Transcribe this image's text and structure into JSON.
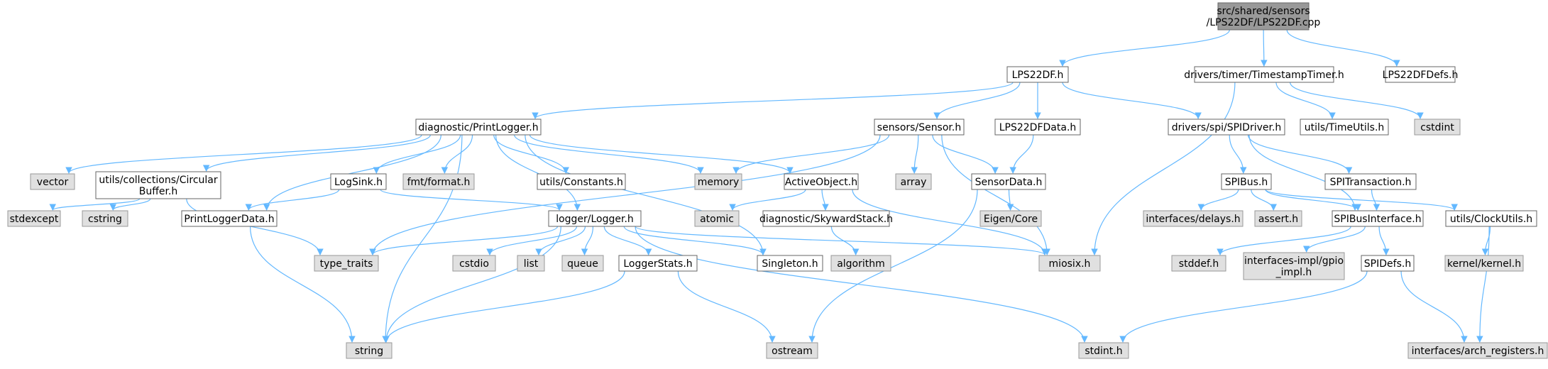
{
  "colors": {
    "edge": "#63b8ff",
    "root_fill": "#999999",
    "root_border": "#666666",
    "doc_fill": "#ffffff",
    "doc_border": "#666666",
    "ext_fill": "#e0e0e0",
    "ext_border": "#999999"
  },
  "nodes": [
    {
      "id": "root",
      "lines": [
        "src/shared/sensors",
        "/LPS22DF/LPS22DF.cpp"
      ],
      "kind": "root"
    },
    {
      "id": "lps22df_h",
      "lines": [
        "LPS22DF.h"
      ],
      "kind": "doc"
    },
    {
      "id": "timestamp_timer",
      "lines": [
        "drivers/timer/TimestampTimer.h"
      ],
      "kind": "doc"
    },
    {
      "id": "lps22dfdefs",
      "lines": [
        "LPS22DFDefs.h"
      ],
      "kind": "doc"
    },
    {
      "id": "printlogger",
      "lines": [
        "diagnostic/PrintLogger.h"
      ],
      "kind": "doc"
    },
    {
      "id": "sensor_h",
      "lines": [
        "sensors/Sensor.h"
      ],
      "kind": "doc"
    },
    {
      "id": "lps22dfdata",
      "lines": [
        "LPS22DFData.h"
      ],
      "kind": "doc"
    },
    {
      "id": "spidriver",
      "lines": [
        "drivers/spi/SPIDriver.h"
      ],
      "kind": "doc"
    },
    {
      "id": "timeutils",
      "lines": [
        "utils/TimeUtils.h"
      ],
      "kind": "doc"
    },
    {
      "id": "cstdint",
      "lines": [
        "cstdint"
      ],
      "kind": "ext"
    },
    {
      "id": "vector",
      "lines": [
        "vector"
      ],
      "kind": "ext"
    },
    {
      "id": "circbuf",
      "lines": [
        "utils/collections/Circular",
        "Buffer.h"
      ],
      "kind": "doc"
    },
    {
      "id": "logsink",
      "lines": [
        "LogSink.h"
      ],
      "kind": "doc"
    },
    {
      "id": "fmt",
      "lines": [
        "fmt/format.h"
      ],
      "kind": "ext"
    },
    {
      "id": "constants",
      "lines": [
        "utils/Constants.h"
      ],
      "kind": "doc"
    },
    {
      "id": "memory",
      "lines": [
        "memory"
      ],
      "kind": "ext"
    },
    {
      "id": "activeobject",
      "lines": [
        "ActiveObject.h"
      ],
      "kind": "doc"
    },
    {
      "id": "array",
      "lines": [
        "array"
      ],
      "kind": "ext"
    },
    {
      "id": "sensordata",
      "lines": [
        "SensorData.h"
      ],
      "kind": "doc"
    },
    {
      "id": "spibus",
      "lines": [
        "SPIBus.h"
      ],
      "kind": "doc"
    },
    {
      "id": "spitransaction",
      "lines": [
        "SPITransaction.h"
      ],
      "kind": "doc"
    },
    {
      "id": "stdexcept",
      "lines": [
        "stdexcept"
      ],
      "kind": "ext"
    },
    {
      "id": "cstring",
      "lines": [
        "cstring"
      ],
      "kind": "ext"
    },
    {
      "id": "printloggerdata",
      "lines": [
        "PrintLoggerData.h"
      ],
      "kind": "doc"
    },
    {
      "id": "logger",
      "lines": [
        "logger/Logger.h"
      ],
      "kind": "doc"
    },
    {
      "id": "atomic",
      "lines": [
        "atomic"
      ],
      "kind": "ext"
    },
    {
      "id": "skywardstack",
      "lines": [
        "diagnostic/SkywardStack.h"
      ],
      "kind": "doc"
    },
    {
      "id": "eigen",
      "lines": [
        "Eigen/Core"
      ],
      "kind": "ext"
    },
    {
      "id": "delays",
      "lines": [
        "interfaces/delays.h"
      ],
      "kind": "ext"
    },
    {
      "id": "assert",
      "lines": [
        "assert.h"
      ],
      "kind": "ext"
    },
    {
      "id": "spibusinterface",
      "lines": [
        "SPIBusInterface.h"
      ],
      "kind": "doc"
    },
    {
      "id": "clockutils",
      "lines": [
        "utils/ClockUtils.h"
      ],
      "kind": "doc"
    },
    {
      "id": "type_traits",
      "lines": [
        "type_traits"
      ],
      "kind": "ext"
    },
    {
      "id": "cstdio",
      "lines": [
        "cstdio"
      ],
      "kind": "ext"
    },
    {
      "id": "list",
      "lines": [
        "list"
      ],
      "kind": "ext"
    },
    {
      "id": "queue",
      "lines": [
        "queue"
      ],
      "kind": "ext"
    },
    {
      "id": "loggerstats",
      "lines": [
        "LoggerStats.h"
      ],
      "kind": "doc"
    },
    {
      "id": "singleton",
      "lines": [
        "Singleton.h"
      ],
      "kind": "doc"
    },
    {
      "id": "algorithm",
      "lines": [
        "algorithm"
      ],
      "kind": "ext"
    },
    {
      "id": "miosix",
      "lines": [
        "miosix.h"
      ],
      "kind": "ext"
    },
    {
      "id": "stddef",
      "lines": [
        "stddef.h"
      ],
      "kind": "ext"
    },
    {
      "id": "gpio_impl",
      "lines": [
        "interfaces-impl/gpio",
        "_impl.h"
      ],
      "kind": "ext"
    },
    {
      "id": "spidefs",
      "lines": [
        "SPIDefs.h"
      ],
      "kind": "doc"
    },
    {
      "id": "kernel",
      "lines": [
        "kernel/kernel.h"
      ],
      "kind": "ext"
    },
    {
      "id": "string",
      "lines": [
        "string"
      ],
      "kind": "ext"
    },
    {
      "id": "ostream",
      "lines": [
        "ostream"
      ],
      "kind": "ext"
    },
    {
      "id": "stdint",
      "lines": [
        "stdint.h"
      ],
      "kind": "ext"
    },
    {
      "id": "arch_registers",
      "lines": [
        "interfaces/arch_registers.h"
      ],
      "kind": "ext"
    }
  ],
  "edges": [
    [
      "root",
      "lps22df_h"
    ],
    [
      "root",
      "timestamp_timer"
    ],
    [
      "root",
      "lps22dfdefs"
    ],
    [
      "lps22df_h",
      "printlogger"
    ],
    [
      "lps22df_h",
      "sensor_h"
    ],
    [
      "lps22df_h",
      "lps22dfdata"
    ],
    [
      "lps22df_h",
      "spidriver"
    ],
    [
      "timestamp_timer",
      "miosix"
    ],
    [
      "timestamp_timer",
      "timeutils"
    ],
    [
      "timestamp_timer",
      "cstdint"
    ],
    [
      "printlogger",
      "vector"
    ],
    [
      "printlogger",
      "circbuf"
    ],
    [
      "printlogger",
      "string"
    ],
    [
      "printlogger",
      "printloggerdata"
    ],
    [
      "printlogger",
      "logsink"
    ],
    [
      "printlogger",
      "fmt"
    ],
    [
      "printlogger",
      "logger"
    ],
    [
      "printlogger",
      "constants"
    ],
    [
      "printlogger",
      "memory"
    ],
    [
      "printlogger",
      "activeobject"
    ],
    [
      "printlogger",
      "singleton"
    ],
    [
      "sensor_h",
      "memory"
    ],
    [
      "sensor_h",
      "type_traits"
    ],
    [
      "sensor_h",
      "array"
    ],
    [
      "sensor_h",
      "sensordata"
    ],
    [
      "sensor_h",
      "miosix"
    ],
    [
      "lps22dfdata",
      "sensordata"
    ],
    [
      "spidriver",
      "spibus"
    ],
    [
      "spidriver",
      "spitransaction"
    ],
    [
      "spidriver",
      "spibusinterface"
    ],
    [
      "circbuf",
      "stdexcept"
    ],
    [
      "circbuf",
      "cstring"
    ],
    [
      "circbuf",
      "type_traits"
    ],
    [
      "logsink",
      "printloggerdata"
    ],
    [
      "logsink",
      "logger"
    ],
    [
      "activeobject",
      "atomic"
    ],
    [
      "activeobject",
      "skywardstack"
    ],
    [
      "activeobject",
      "miosix"
    ],
    [
      "sensordata",
      "eigen"
    ],
    [
      "sensordata",
      "ostream"
    ],
    [
      "spibus",
      "delays"
    ],
    [
      "spibus",
      "assert"
    ],
    [
      "spibus",
      "spibusinterface"
    ],
    [
      "spibus",
      "clockutils"
    ],
    [
      "spitransaction",
      "spibusinterface"
    ],
    [
      "printloggerdata",
      "string"
    ],
    [
      "logger",
      "type_traits"
    ],
    [
      "logger",
      "cstdio"
    ],
    [
      "logger",
      "list"
    ],
    [
      "logger",
      "queue"
    ],
    [
      "logger",
      "loggerstats"
    ],
    [
      "logger",
      "singleton"
    ],
    [
      "logger",
      "miosix"
    ],
    [
      "logger",
      "stdint"
    ],
    [
      "logger",
      "string"
    ],
    [
      "skywardstack",
      "algorithm"
    ],
    [
      "spibusinterface",
      "stddef"
    ],
    [
      "spibusinterface",
      "gpio_impl"
    ],
    [
      "spibusinterface",
      "spidefs"
    ],
    [
      "clockutils",
      "kernel"
    ],
    [
      "clockutils",
      "arch_registers"
    ],
    [
      "loggerstats",
      "string"
    ],
    [
      "loggerstats",
      "ostream"
    ],
    [
      "spidefs",
      "stdint"
    ],
    [
      "spidefs",
      "arch_registers"
    ]
  ]
}
